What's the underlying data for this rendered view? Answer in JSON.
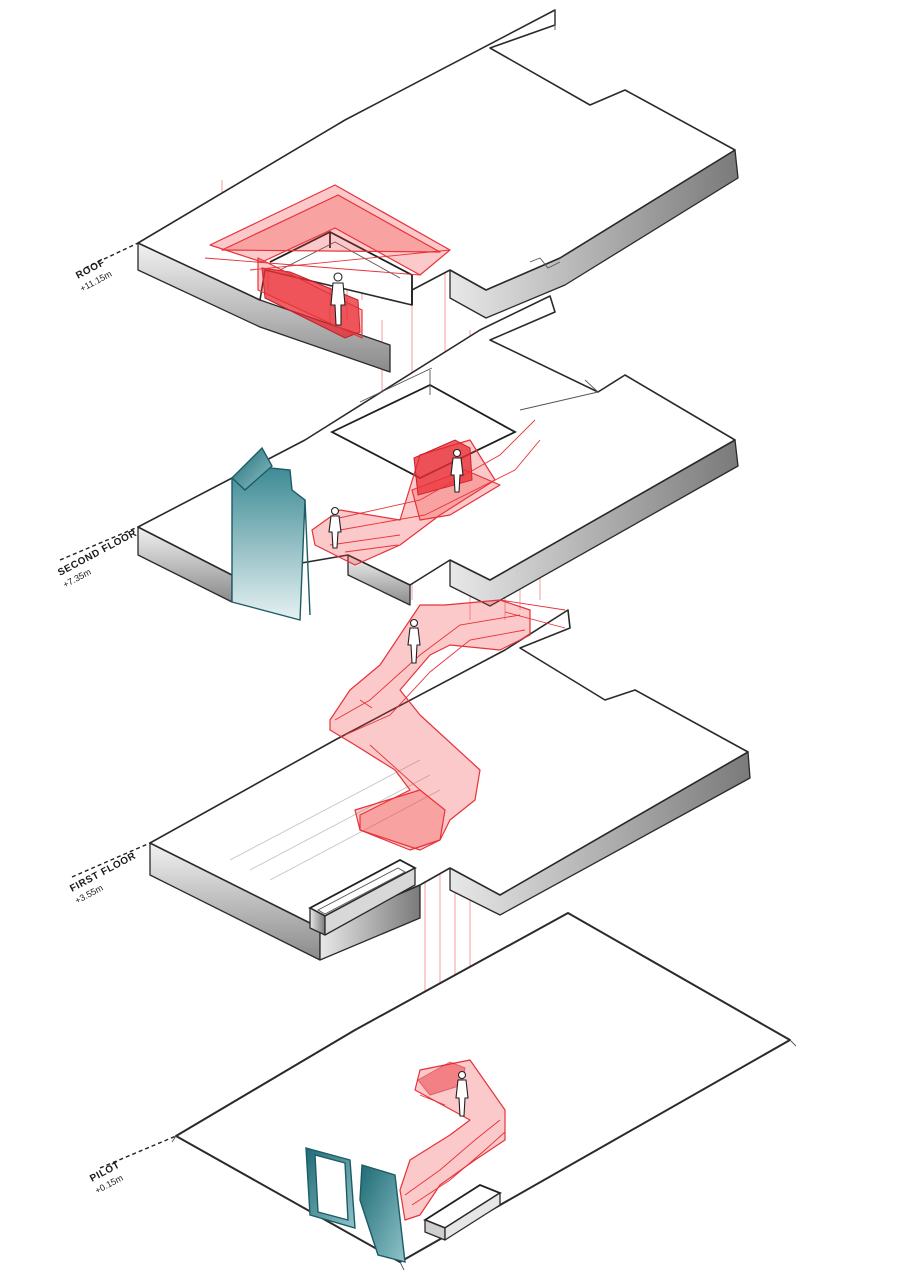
{
  "levels": [
    {
      "name": "ROOF",
      "elevation": "+11.15m"
    },
    {
      "name": "SECOND FLOOR",
      "elevation": "+7.35m"
    },
    {
      "name": "FIRST FLOOR",
      "elevation": "+3.55m"
    },
    {
      "name": "PILOT",
      "elevation": "+0.15m"
    }
  ],
  "colors": {
    "staircase": "#e8323a",
    "core": "#2a7f8a",
    "linework": "#2a2a2a"
  }
}
